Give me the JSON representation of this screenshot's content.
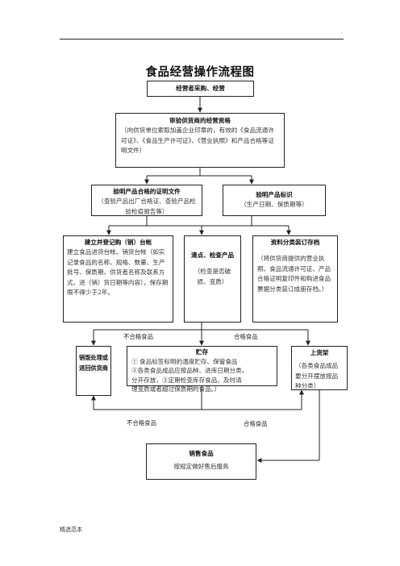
{
  "header_mark": ".",
  "title": "食品经营操作流程图",
  "boxes": {
    "purchase": {
      "title": "经营者采购、经营"
    },
    "verify_supplier": {
      "title": "审验供货商的经营资格",
      "body": "（向供货单位索取加盖企业印章的，有效的《食品流通许可证》、《食品生产许可证》、《营业执照》和产品合格等证明文件）"
    },
    "verify_cert": {
      "title": "验明产品合格的证明文件",
      "body": "（查验产品出厂合格证、查验产品检验检疫报告等）"
    },
    "verify_label": {
      "title": "验明产品标识",
      "body": "（生产日期、保质期等）"
    },
    "ledger": {
      "title": "建立并登记购（销）台帐",
      "body": "建立食品进货台帐、销货台帐（如实记录食品的名称、规格、数量、生产批号、保质期、供货者名称及联系方式、进（销）货日期等内容），保存期限不得少于2年。"
    },
    "inspect": {
      "title": "清点、检查产品",
      "body": "（检查是否破损、变质）"
    },
    "archive": {
      "title": "资料分类装订存档",
      "body": "（将供货商提供的营业执照、食品流通许可证、产品合格证明复印件和购进食品票据分类装订成册存档。）"
    },
    "storage": {
      "title": "贮存",
      "lines": [
        "①  食品标签标明的温度贮存、保管食品",
        "②各类食品成品应按品种、进库日期分类，",
        "分开存放，③定期检查库存食品，及时清",
        "理变质或者超过保质期的食品。）"
      ]
    },
    "shelf": {
      "title": "上货架",
      "body": "（各类食品成品要分开摆放按品种分类）"
    },
    "return": {
      "title": "销毁处理或退回供货商"
    },
    "sell": {
      "title": "销售食品",
      "body": "按规定做好售后服务"
    }
  },
  "labels": {
    "fail_top": "不合格食品",
    "pass_top": "合格食品",
    "fail_bottom": "不合格食品",
    "pass_bottom": "合格食品"
  },
  "footer": "精选范本"
}
